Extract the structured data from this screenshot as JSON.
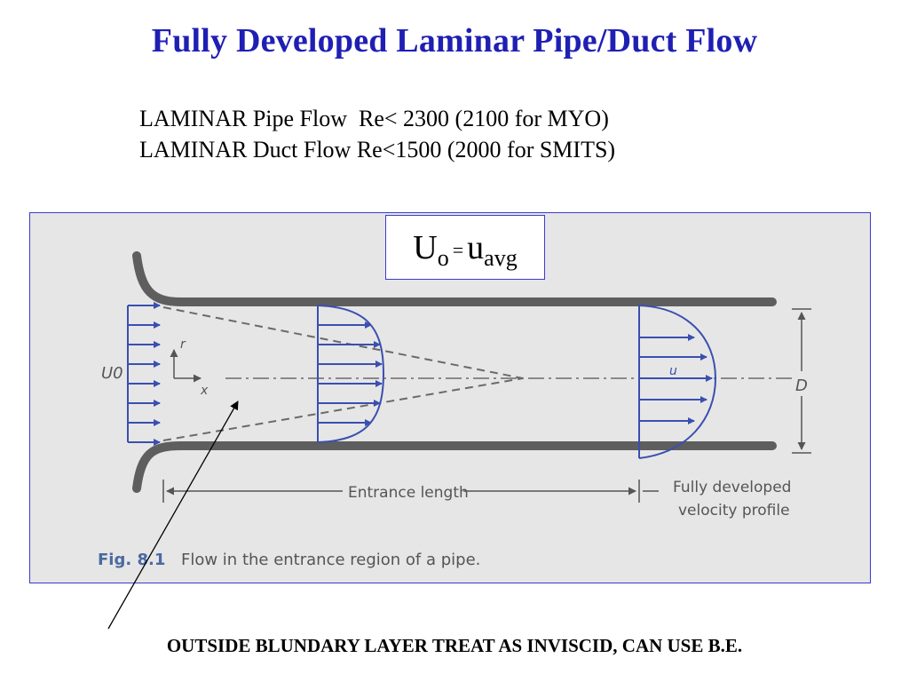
{
  "slide": {
    "title": "Fully Developed Laminar Pipe/Duct Flow",
    "criteria": [
      "LAMINAR Pipe Flow  Re< 2300 (2100 for MYO)",
      "LAMINAR Duct Flow Re<1500 (2000 for SMITS)"
    ],
    "equation": {
      "lhs": "U",
      "lhs_sub": "o",
      "eq": "=",
      "rhs": "u",
      "rhs_sub": "avg"
    },
    "note": "OUTSIDE BLUNDARY LAYER TREAT AS INVISCID, CAN USE B.E."
  },
  "figure": {
    "labels": {
      "inlet_velocity": "U0",
      "r_axis": "r",
      "x_axis": "x",
      "u": "u",
      "diameter": "D",
      "entrance_length": "Entrance length",
      "fully_developed_line1": "Fully developed",
      "fully_developed_line2": "velocity profile",
      "fig_number": "Fig. 8.1",
      "caption": "Flow in the entrance region of a pipe."
    },
    "colors": {
      "profile": "#3a4fb0",
      "arrow": "#3a4fb0",
      "wall": "#5a5a5a",
      "text": "#5a5a5a"
    }
  }
}
